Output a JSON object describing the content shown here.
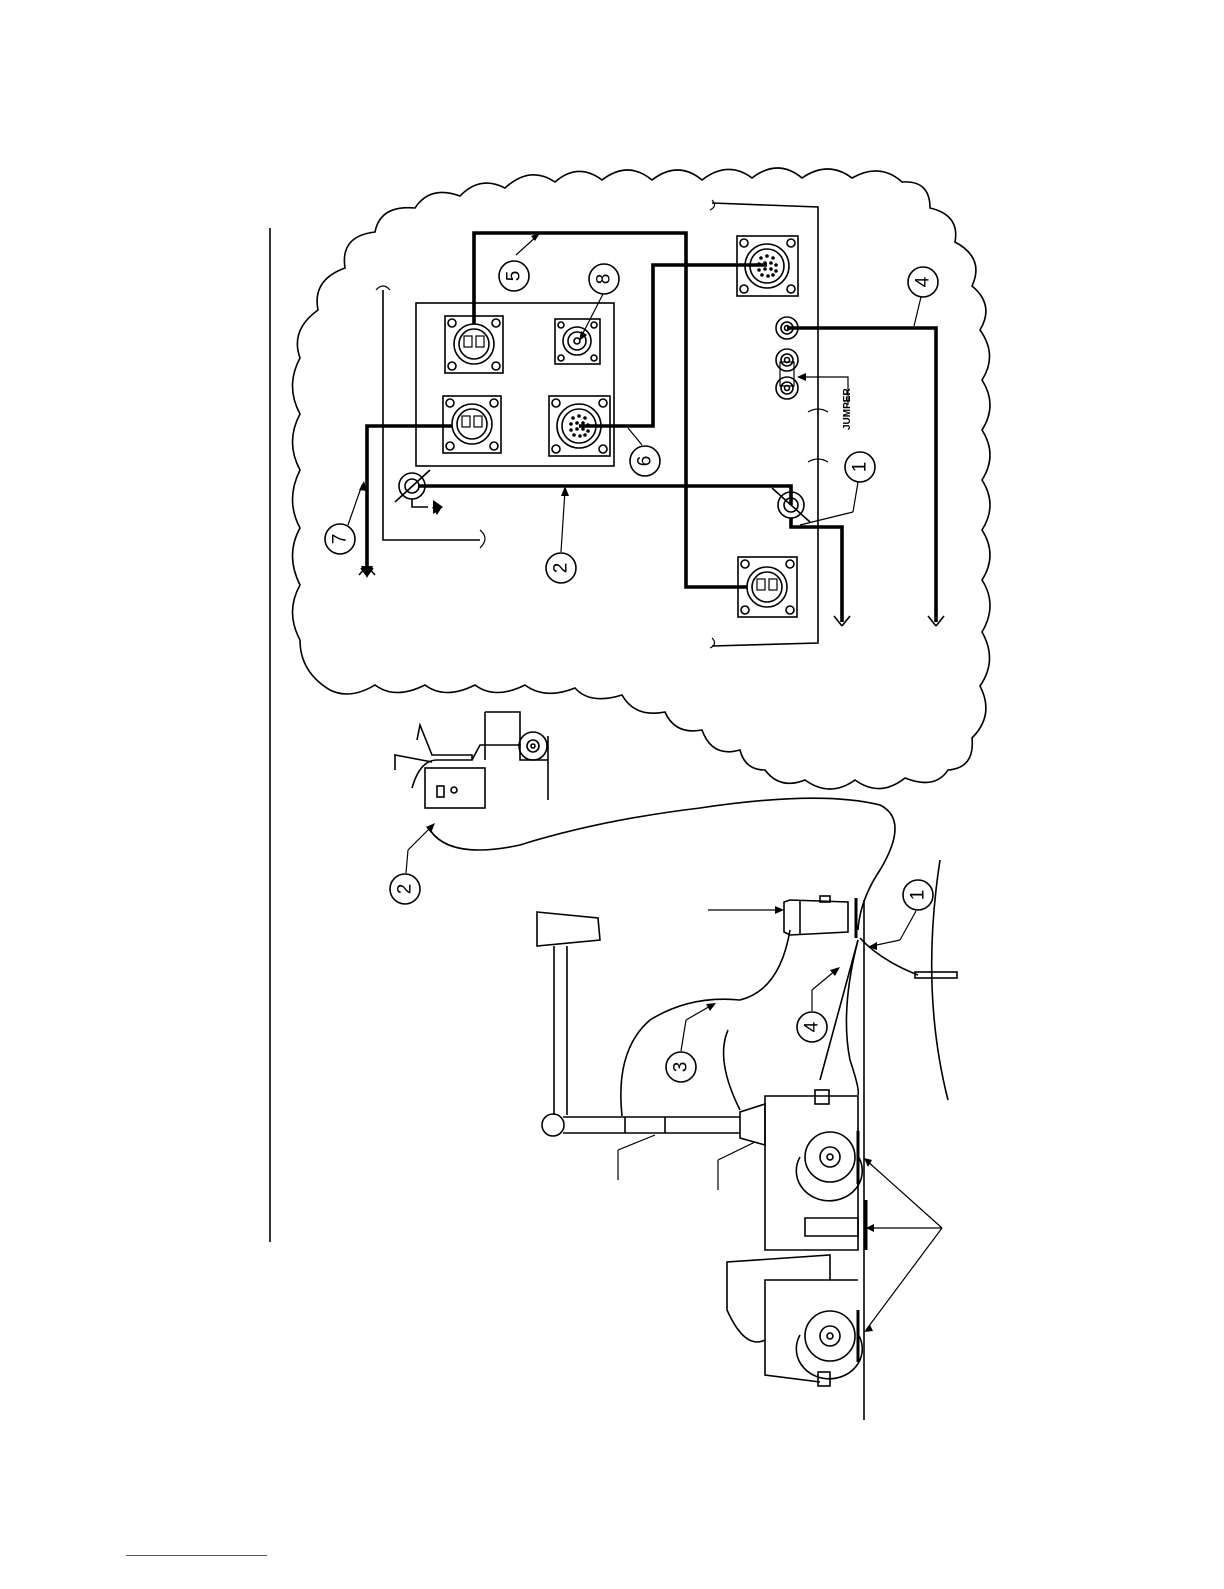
{
  "figure": {
    "callouts": {
      "c1_ground_rod": "1",
      "c2_upper_cable": "2",
      "c3_mast_cable": "3",
      "c4_lower_cable": "4",
      "c1_detail": "1",
      "c2_detail": "2",
      "c4_detail": "4",
      "c5_detail": "5",
      "c6_detail": "6",
      "c7_detail": "7",
      "c8_detail": "8"
    },
    "jumper_label": "JUMPER"
  },
  "colors": {
    "line": "#000000",
    "footer_link": "#3355cc"
  }
}
